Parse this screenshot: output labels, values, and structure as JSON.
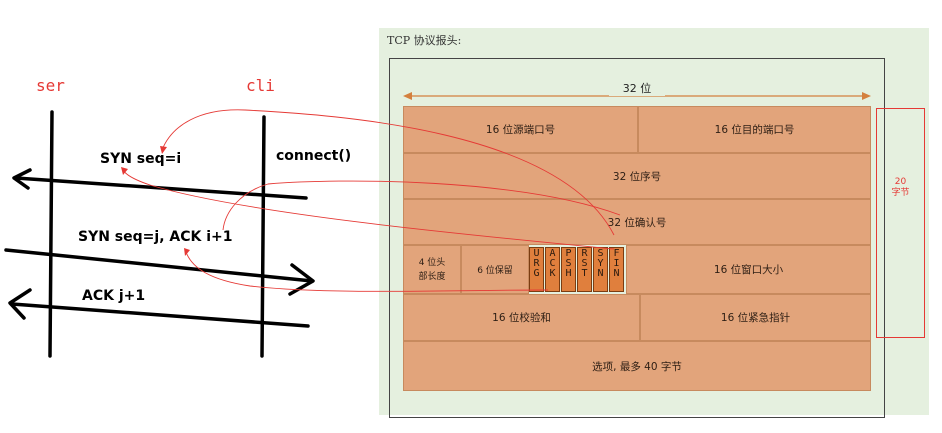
{
  "handshake": {
    "ser_label": "ser",
    "cli_label": "cli",
    "msg1": "SYN seq=i",
    "connect": "connect()",
    "msg2": "SYN seq=j, ACK i+1",
    "msg3": "ACK j+1"
  },
  "header": {
    "title": "TCP 协议报头:",
    "width_label": "32 位",
    "src_port": "16 位源端口号",
    "dst_port": "16 位目的端口号",
    "seq": "32 位序号",
    "ack": "32 位确认号",
    "hlen_line1": "4 位头",
    "hlen_line2": "部长度",
    "reserved": "6 位保留",
    "flags": [
      [
        "U",
        "R",
        "G"
      ],
      [
        "A",
        "C",
        "K"
      ],
      [
        "P",
        "S",
        "H"
      ],
      [
        "R",
        "S",
        "T"
      ],
      [
        "S",
        "Y",
        "N"
      ],
      [
        "F",
        "I",
        "N"
      ]
    ],
    "window": "16 位窗口大小",
    "checksum": "16 位校验和",
    "urgent": "16 位紧急指针",
    "options": "选项, 最多 40 字节",
    "size_line1": "20",
    "size_line2": "字节"
  },
  "colors": {
    "panel_bg": "#e5f0df",
    "cell": "#e2a47b",
    "flag": "#e07f3d",
    "accent_red": "#e53935"
  }
}
